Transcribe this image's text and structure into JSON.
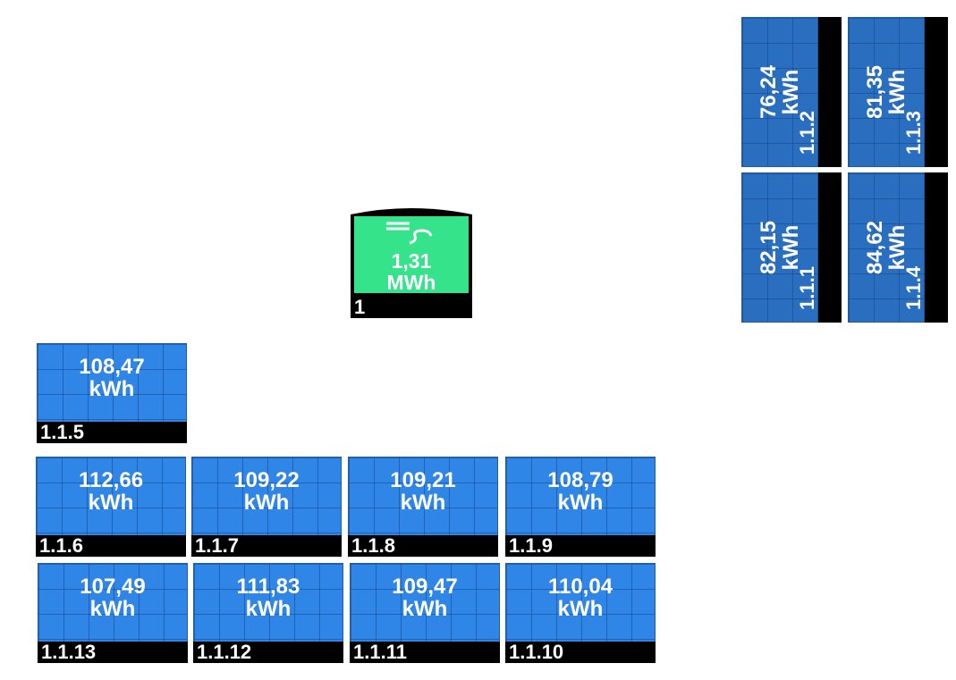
{
  "inverter": {
    "id": "1",
    "value": "1,31",
    "unit": "MWh",
    "icon": "dc-ac-icon",
    "color": "#34e38a"
  },
  "panels": [
    {
      "id": "1.1.2",
      "value": "76,24",
      "unit": "kWh",
      "orientation": "vertical"
    },
    {
      "id": "1.1.3",
      "value": "81,35",
      "unit": "kWh",
      "orientation": "vertical"
    },
    {
      "id": "1.1.1",
      "value": "82,15",
      "unit": "kWh",
      "orientation": "vertical"
    },
    {
      "id": "1.1.4",
      "value": "84,62",
      "unit": "kWh",
      "orientation": "vertical"
    },
    {
      "id": "1.1.5",
      "value": "108,47",
      "unit": "kWh",
      "orientation": "horizontal"
    },
    {
      "id": "1.1.6",
      "value": "112,66",
      "unit": "kWh",
      "orientation": "horizontal"
    },
    {
      "id": "1.1.7",
      "value": "109,22",
      "unit": "kWh",
      "orientation": "horizontal"
    },
    {
      "id": "1.1.8",
      "value": "109,21",
      "unit": "kWh",
      "orientation": "horizontal"
    },
    {
      "id": "1.1.9",
      "value": "108,79",
      "unit": "kWh",
      "orientation": "horizontal"
    },
    {
      "id": "1.1.13",
      "value": "107,49",
      "unit": "kWh",
      "orientation": "horizontal"
    },
    {
      "id": "1.1.12",
      "value": "111,83",
      "unit": "kWh",
      "orientation": "horizontal"
    },
    {
      "id": "1.1.11",
      "value": "109,47",
      "unit": "kWh",
      "orientation": "horizontal"
    },
    {
      "id": "1.1.10",
      "value": "110,04",
      "unit": "kWh",
      "orientation": "horizontal"
    }
  ],
  "colors": {
    "panel": "#2f86e6",
    "panel_vertical": "#2a6fbf",
    "id_bar": "#000000",
    "text": "#ffffff"
  }
}
